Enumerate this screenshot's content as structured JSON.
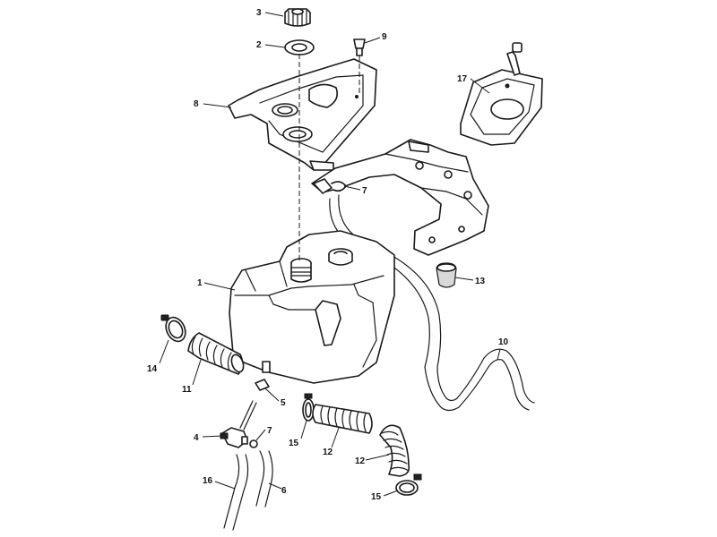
{
  "callouts": {
    "c1": "1",
    "c2": "2",
    "c3": "3",
    "c4": "4",
    "c5": "5",
    "c6": "6",
    "c7a": "7",
    "c7b": "7",
    "c8": "8",
    "c9": "9",
    "c10": "10",
    "c11": "11",
    "c12a": "12",
    "c12b": "12",
    "c13": "13",
    "c14": "14",
    "c15a": "15",
    "c15b": "15",
    "c16": "16",
    "c17": "17"
  },
  "colors": {
    "line": "#1a1a1a",
    "background": "#ffffff",
    "shade": "#d8d8d8"
  }
}
